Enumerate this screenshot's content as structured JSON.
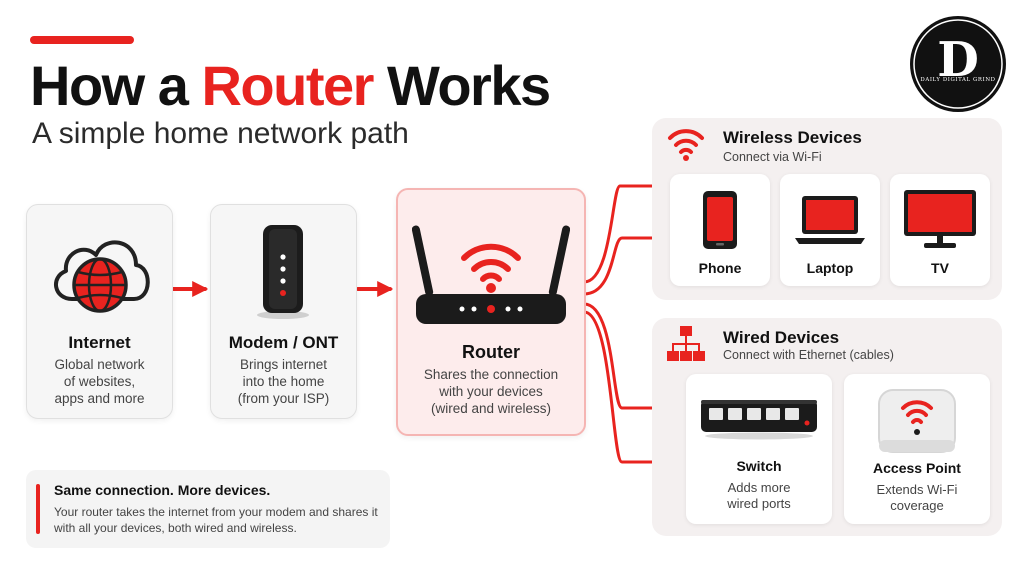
{
  "header": {
    "title_part1": "How a ",
    "title_highlight": "Router",
    "title_part2": " Works",
    "subtitle": "A simple home network path"
  },
  "brand": {
    "logo_letter": "D",
    "logo_text": "DAILY DIGITAL GRIND"
  },
  "flow": [
    {
      "label": "Internet",
      "desc": [
        "Global network",
        "of websites,",
        "apps and more"
      ],
      "icon": "globe-cloud-icon"
    },
    {
      "label": "Modem / ONT",
      "desc": [
        "Brings internet",
        "into the home",
        "(from your ISP)"
      ],
      "icon": "modem-icon"
    },
    {
      "label": "Router",
      "desc": [
        "Shares the connection",
        "with your devices",
        "(wired and wireless)"
      ],
      "icon": "router-icon"
    }
  ],
  "wireless": {
    "title": "Wireless Devices",
    "subtitle": "Connect via Wi-Fi",
    "icon": "wifi-icon",
    "devices": [
      {
        "label": "Phone",
        "icon": "phone-icon"
      },
      {
        "label": "Laptop",
        "icon": "laptop-icon"
      },
      {
        "label": "TV",
        "icon": "tv-icon"
      }
    ]
  },
  "wired": {
    "title": "Wired Devices",
    "subtitle": "Connect with Ethernet (cables)",
    "icon": "network-tree-icon",
    "devices": [
      {
        "label": "Switch",
        "desc": [
          "Adds more",
          "wired ports"
        ],
        "icon": "switch-icon"
      },
      {
        "label": "Access Point",
        "desc": [
          "Extends Wi-Fi",
          "coverage"
        ],
        "icon": "access-point-icon"
      }
    ]
  },
  "note": {
    "title": "Same connection. More devices.",
    "text": "Your router takes the internet from your modem and shares it with all your devices, both wired and wireless."
  },
  "colors": {
    "accent": "#e8231f",
    "dark": "#111111",
    "router_card_bg": "#fdecec",
    "panel_bg": "#f4f0f0"
  }
}
